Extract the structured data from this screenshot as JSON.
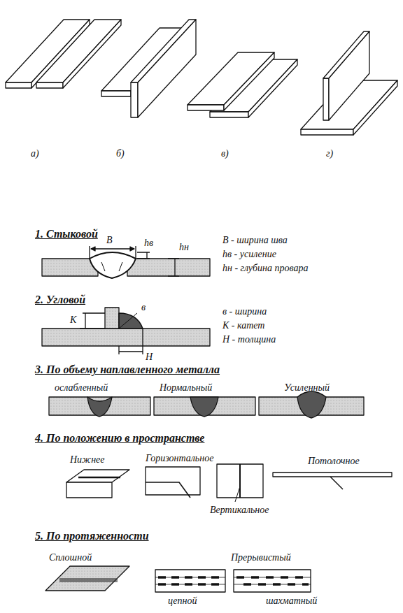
{
  "diagram": {
    "labels": [
      "а)",
      "б)",
      "в)",
      "г)",
      "1. Стыковой",
      "В",
      "hв",
      "hн",
      "В - ширина шва",
      "hв - усиление",
      "hн - глубина провара",
      "2. Угловой",
      "К",
      "в",
      "Н",
      "в - ширина",
      "К - катет",
      "Н - толщина",
      "3. По объему наплавленного металла",
      "ослабленный",
      "Нормальный",
      "Усиленный",
      "4. По положению в пространстве",
      "Нижнее",
      "Горизонтальное",
      "Потолочное",
      "Вертикальное",
      "5. По протяженности",
      "Сплошной",
      "Прерывистый",
      "цепной",
      "шахматный"
    ]
  }
}
